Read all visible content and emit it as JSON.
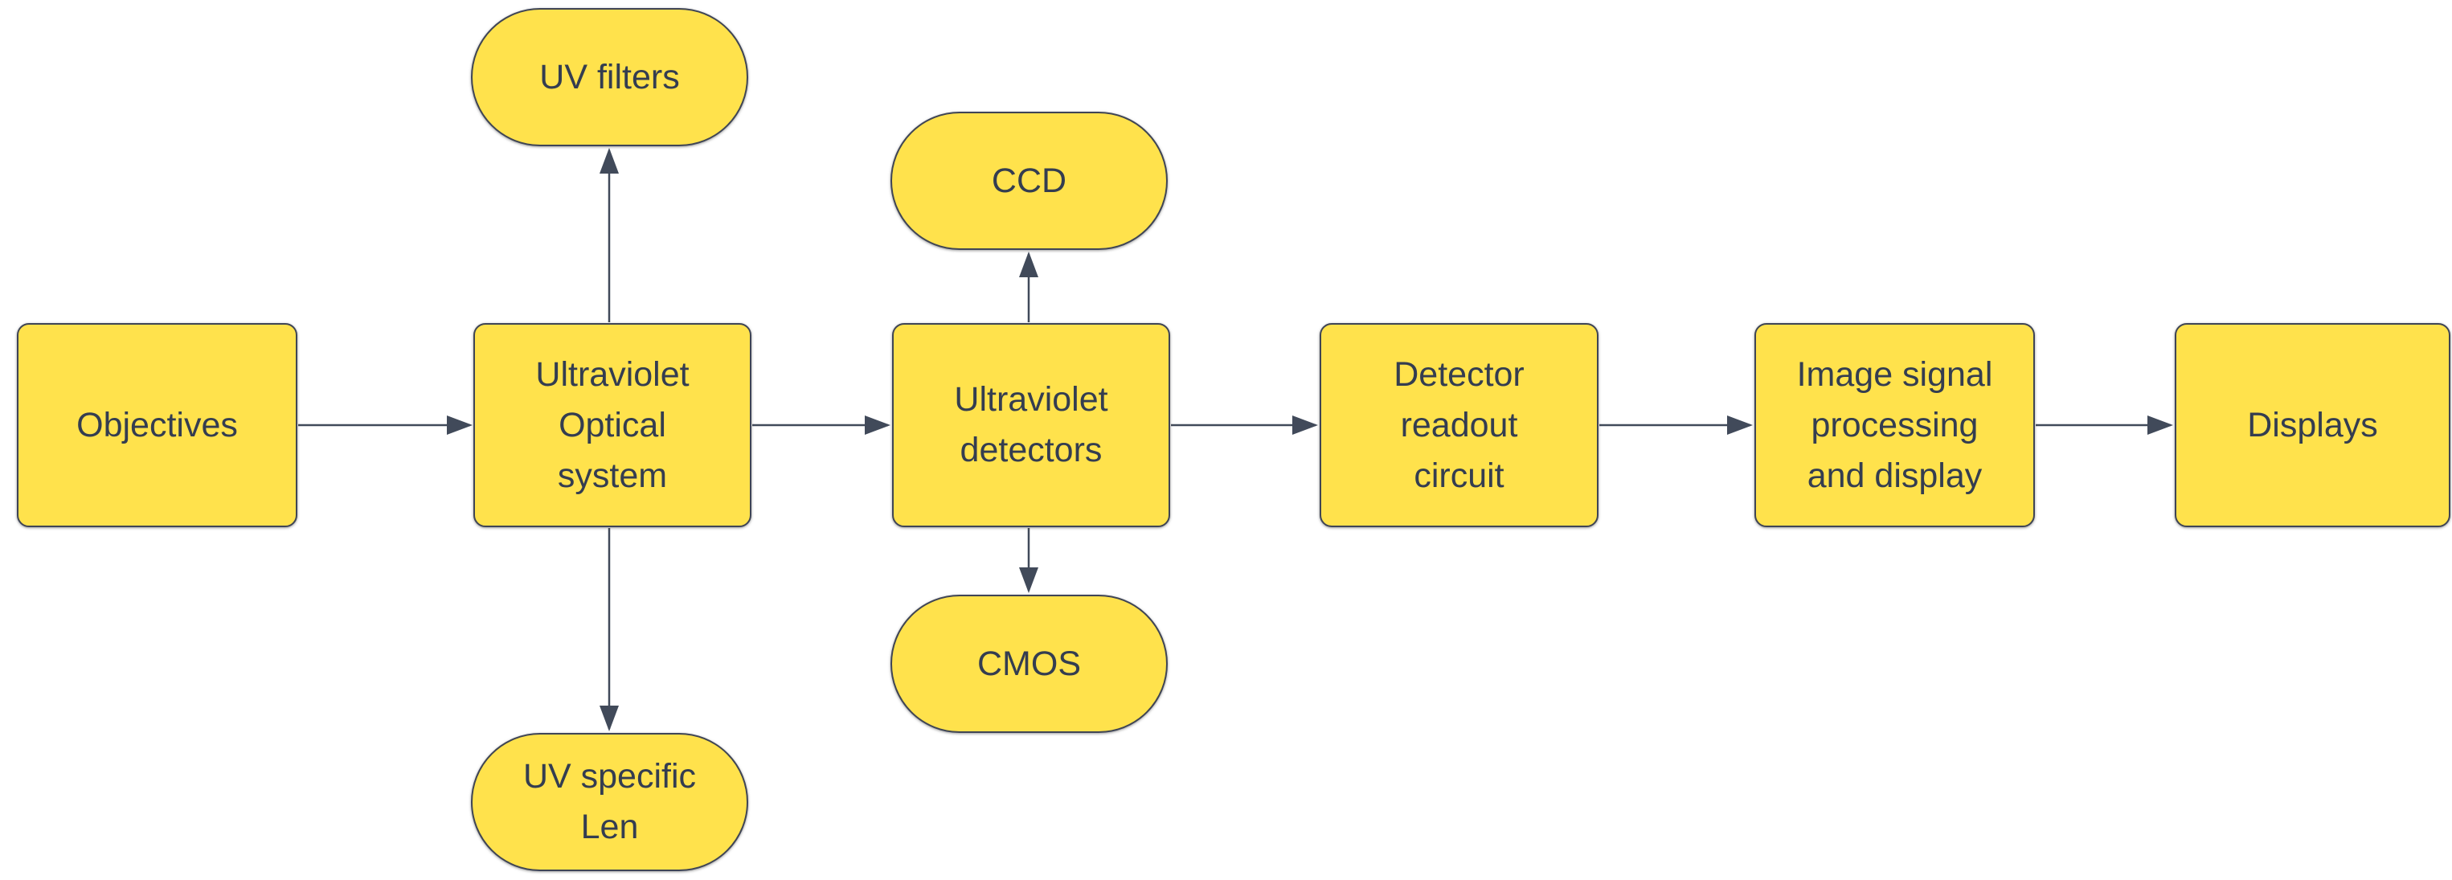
{
  "diagram": {
    "theme": {
      "node_fill": "#FFE24C",
      "node_border": "#3F4555",
      "connector": "#414A5A",
      "text": "#343D50",
      "background": "#FFFFFF"
    },
    "nodes": {
      "objectives": {
        "label": "Objectives",
        "shape": "rectangle"
      },
      "uv_optical": {
        "label": "Ultraviolet\nOptical\nsystem",
        "shape": "rectangle"
      },
      "uv_filters": {
        "label": "UV filters",
        "shape": "pill"
      },
      "uv_specific_len": {
        "label": "UV specific\nLen",
        "shape": "pill"
      },
      "uv_detectors": {
        "label": "Ultraviolet\ndetectors",
        "shape": "rectangle"
      },
      "ccd": {
        "label": "CCD",
        "shape": "pill"
      },
      "cmos": {
        "label": "CMOS",
        "shape": "pill"
      },
      "detector_readout": {
        "label": "Detector\nreadout\ncircuit",
        "shape": "rectangle"
      },
      "image_signal": {
        "label": "Image signal\nprocessing\nand display",
        "shape": "rectangle"
      },
      "displays": {
        "label": "Displays",
        "shape": "rectangle"
      }
    },
    "edges": [
      {
        "from": "objectives",
        "to": "uv_optical"
      },
      {
        "from": "uv_optical",
        "to": "uv_filters"
      },
      {
        "from": "uv_optical",
        "to": "uv_specific_len"
      },
      {
        "from": "uv_optical",
        "to": "uv_detectors"
      },
      {
        "from": "uv_detectors",
        "to": "ccd"
      },
      {
        "from": "uv_detectors",
        "to": "cmos"
      },
      {
        "from": "uv_detectors",
        "to": "detector_readout"
      },
      {
        "from": "detector_readout",
        "to": "image_signal"
      },
      {
        "from": "image_signal",
        "to": "displays"
      }
    ]
  }
}
